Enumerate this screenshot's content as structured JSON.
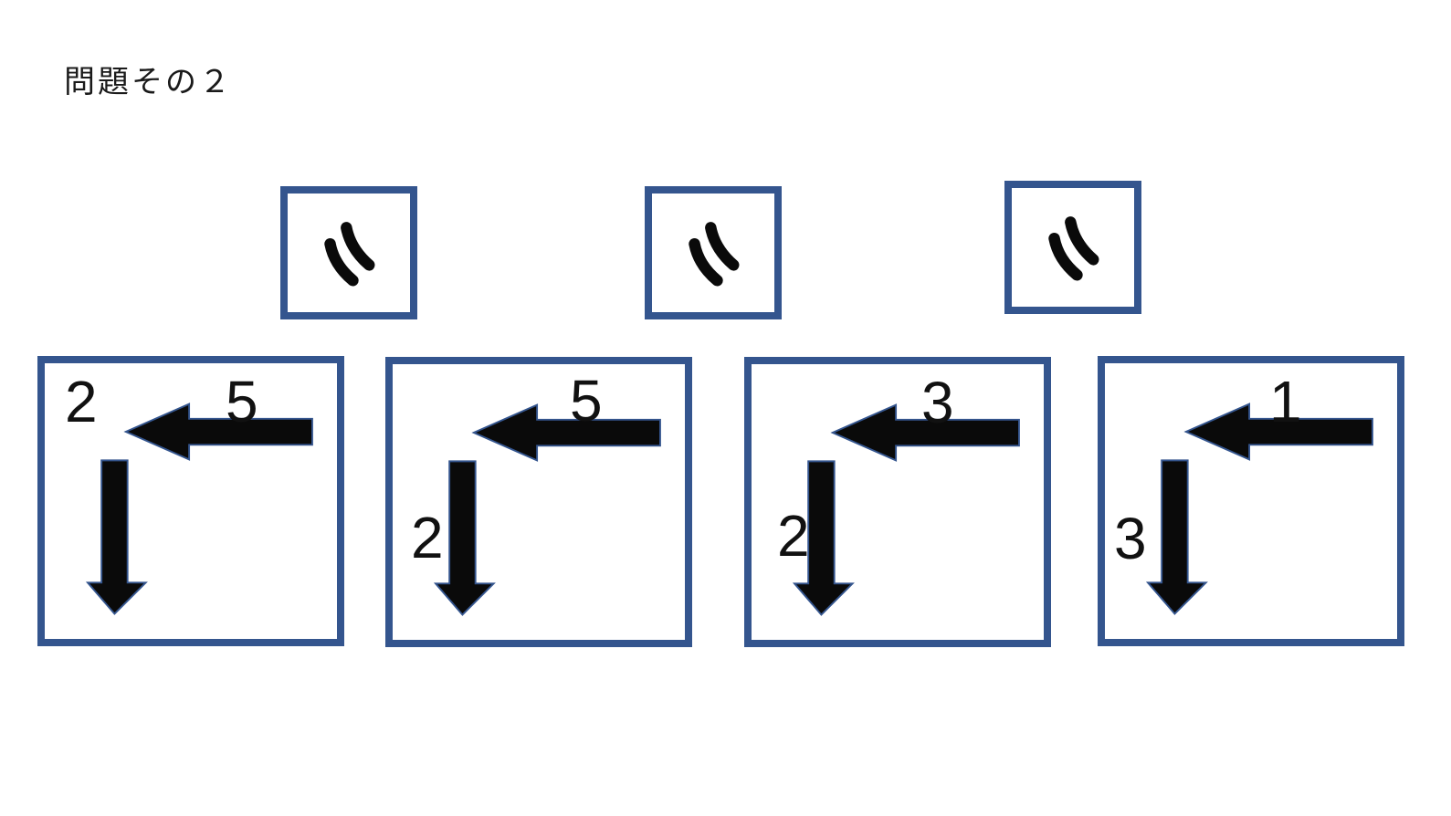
{
  "title": "問題その２",
  "colors": {
    "background": "#ffffff",
    "box_border": "#34558e",
    "arrow_fill": "#0a0a0a",
    "arrow_outline": "#34558e",
    "text": "#111111"
  },
  "hint_boxes": [
    {
      "icon": "dakuten-mark",
      "glyph": "゛"
    },
    {
      "icon": "dakuten-mark",
      "glyph": "゛"
    },
    {
      "icon": "dakuten-mark",
      "glyph": "゛"
    }
  ],
  "puzzle_boxes": [
    {
      "left_arrow_value": "5",
      "down_arrow_value": "2"
    },
    {
      "left_arrow_value": "5",
      "down_arrow_value": "2"
    },
    {
      "left_arrow_value": "3",
      "down_arrow_value": "2"
    },
    {
      "left_arrow_value": "1",
      "down_arrow_value": "3"
    }
  ]
}
